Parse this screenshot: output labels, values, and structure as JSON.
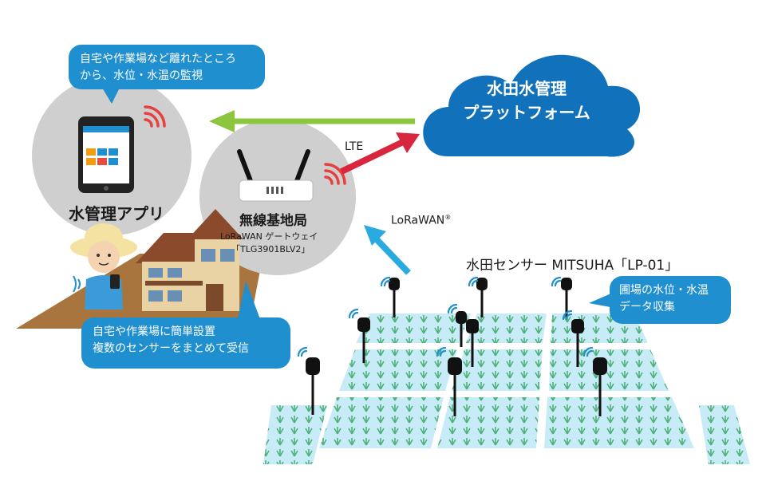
{
  "app_label": "水管理アプリ",
  "app_bubble": [
    "自宅や作業場など離れたところ",
    "から、水位・水温の監視"
  ],
  "gateway": {
    "title": "無線基地局",
    "subtitle": "LoRaWAN ゲートウェイ",
    "model": "「TLG3901BLV2」"
  },
  "gateway_bubble": [
    "自宅や作業場に簡単設置",
    "複数のセンサーをまとめて受信"
  ],
  "cloud_label": [
    "水田水管理",
    "プラットフォーム"
  ],
  "lte_label": "LTE",
  "lorawan_label": "LoRaWAN",
  "lorawan_mark": "®",
  "sensor_title": "水田センサー MITSUHA「LP-01」",
  "sensor_bubble": [
    "圃場の水位・水温",
    "データ収集"
  ],
  "colors": {
    "bubble": "#1f8fd0",
    "cloud": "#1172bb",
    "arrow_green": "#8cc63f",
    "arrow_red": "#d9263f",
    "arrow_blue": "#29abe2",
    "signal": "#e6413e",
    "circle": "#cfcfcf",
    "field": "#c8ecf7",
    "ground": "#a8753f"
  },
  "icons": [
    "tablet-icon",
    "router-icon",
    "cloud-icon",
    "house-icon",
    "farmer-icon",
    "sensor-icon",
    "signal-icon",
    "rice-plant-icon"
  ]
}
